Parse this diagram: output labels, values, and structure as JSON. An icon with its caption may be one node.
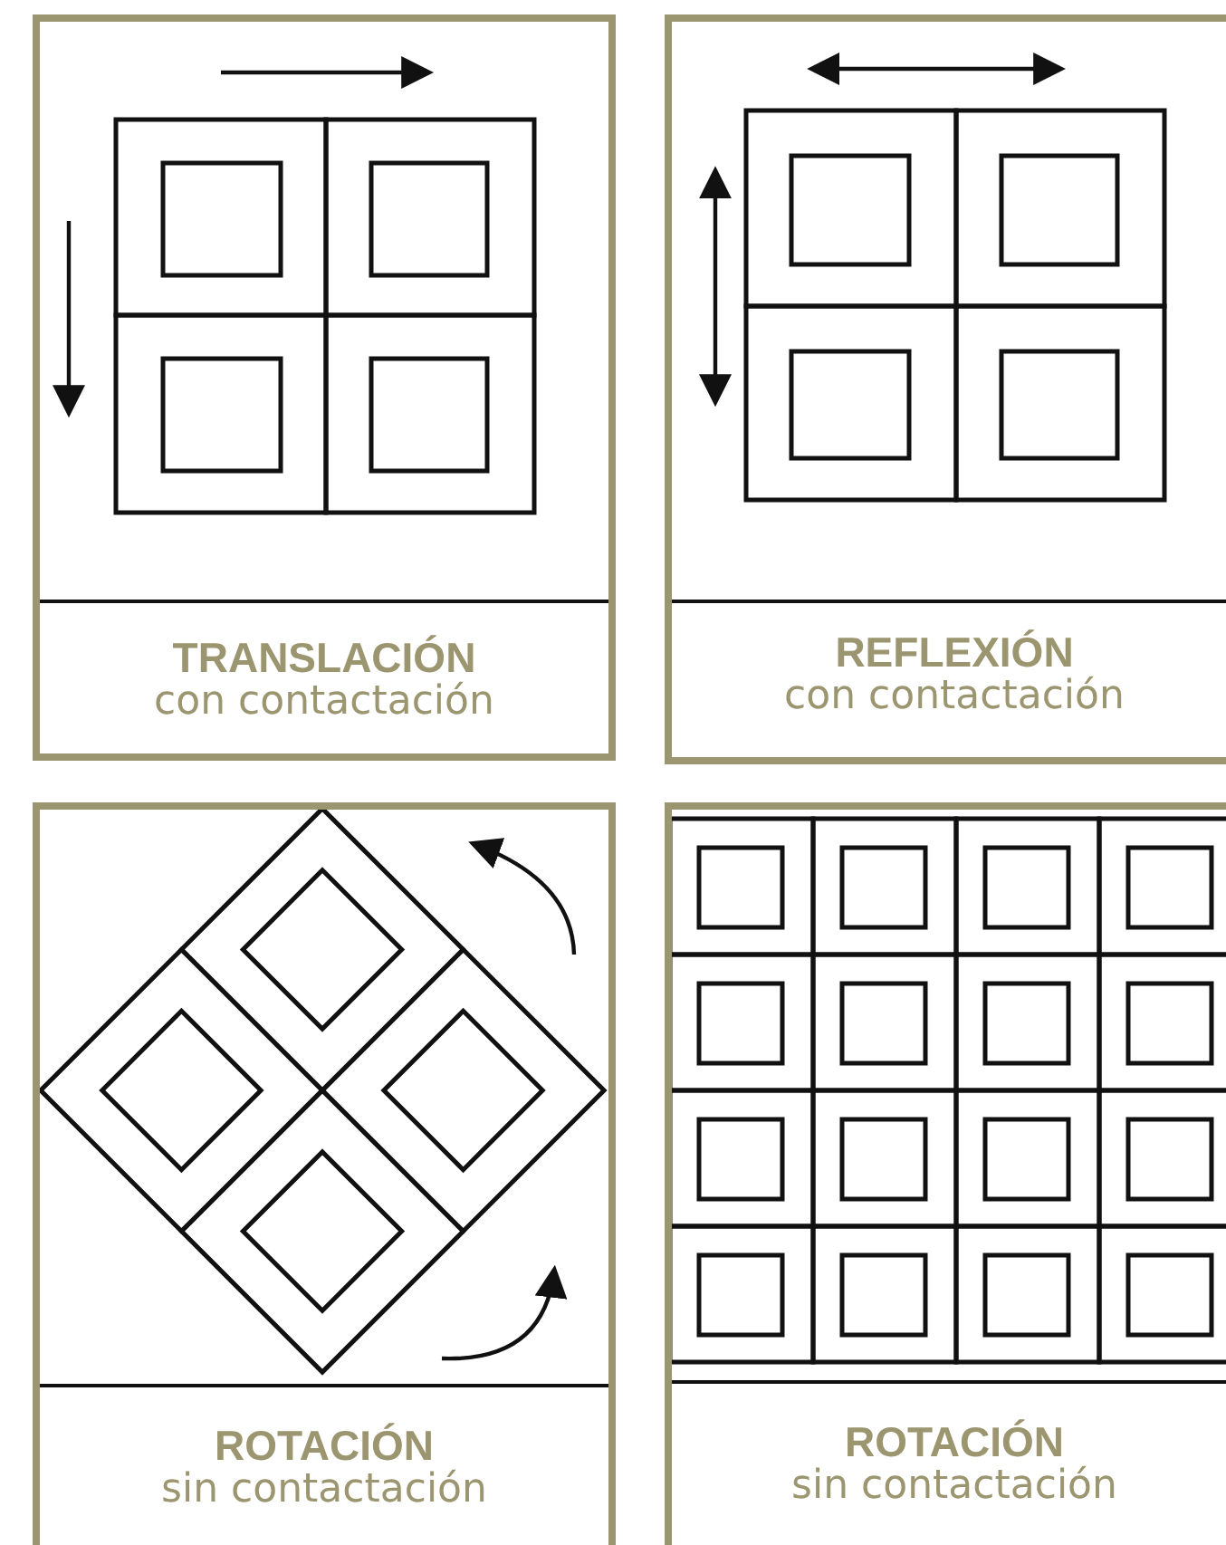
{
  "diagram": {
    "nodes": [
      {
        "text": [
          "TRANSLACIÓN",
          "con contactación"
        ]
      },
      {
        "text": [
          "REFLEXIÓN",
          "con contactación"
        ]
      },
      {
        "text": [
          "ROTACIÓN",
          "sin contactación"
        ]
      },
      {
        "text": [
          "ROTACIÓN",
          "sin contactación"
        ]
      }
    ]
  }
}
